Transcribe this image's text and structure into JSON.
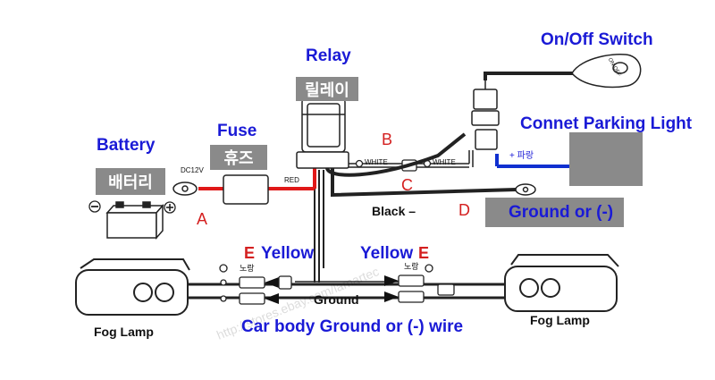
{
  "labels": {
    "relay": "Relay",
    "relay_kr": "릴레이",
    "on_off_switch": "On/Off Switch",
    "fuse": "Fuse",
    "fuse_kr": "휴즈",
    "battery": "Battery",
    "battery_kr": "배터리",
    "connet_parking_light": "Connet Parking Light",
    "ground_or_minus": "Ground or (-)",
    "black_wire": "Black –",
    "car_body_ground": "Car body Ground or (-) wire",
    "ground": "Ground",
    "yellow_left": "Yellow",
    "yellow_right": "Yellow",
    "fog_lamp_left": "Fog Lamp",
    "fog_lamp_right": "Fog Lamp",
    "dc12v": "DC12V",
    "red_wire": "RED",
    "white_1": "WHITE",
    "white_2": "WHITE",
    "plus_blue_kr": "+ 파랑",
    "yellow_kr_left": "노랑",
    "yellow_kr_right": "노랑",
    "switch_text": "ON OFF",
    "watermark": "http://stores.ebay.com/lamartec"
  },
  "letters": {
    "A": "A",
    "B": "B",
    "C": "C",
    "D": "D",
    "E_left": "E",
    "E_right": "E"
  },
  "colors": {
    "label_blue": "#1a1ad6",
    "letter_red": "#d42020",
    "wire_red": "#e01818",
    "wire_blue": "#1030d0",
    "grey_box": "#8a8a8a"
  }
}
